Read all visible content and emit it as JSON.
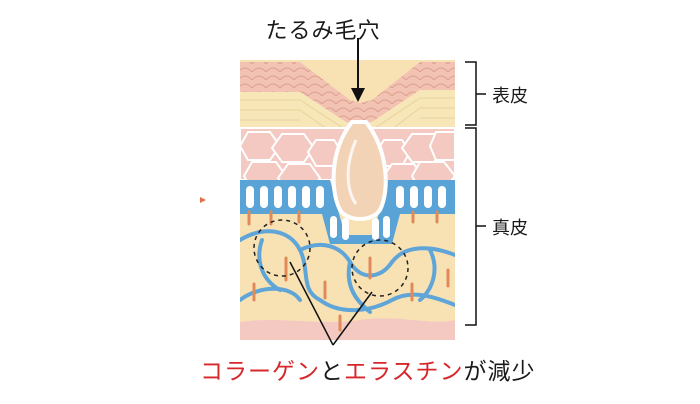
{
  "title": "たるみ毛穴",
  "labels": {
    "epidermis": "表皮",
    "dermis": "真皮"
  },
  "caption": {
    "collagen": "コラーゲン",
    "and": "と",
    "elastin": "エラスチン",
    "decrease": "が減少"
  },
  "colors": {
    "epidermis_top": "#f2c3b2",
    "epidermis_layer": "#f7e6b8",
    "cell_pink": "#f3c9c2",
    "basal_blue": "#5aa3d6",
    "dermis_fill": "#f8e2b4",
    "fiber_blue": "#5fa5d8",
    "collagen_marks": "#e08a5a",
    "accent_red": "#d6282b"
  }
}
